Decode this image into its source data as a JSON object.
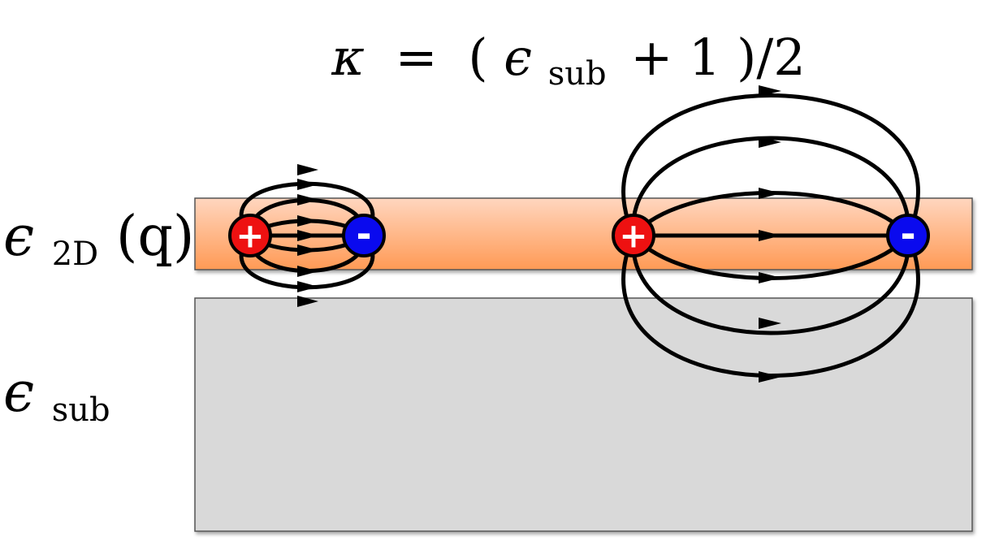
{
  "equation": {
    "kappa": "κ",
    "equals": "=",
    "open": "(",
    "epsilon": "ϵ",
    "sub": "sub",
    "plus_one": "+ 1",
    "close_over_two": ")/2"
  },
  "layer_2d_label": {
    "epsilon": "ϵ",
    "sub": "2D",
    "arg": "(q)"
  },
  "substrate_label": {
    "epsilon": "ϵ",
    "sub": "sub"
  },
  "charges": {
    "positive_sign": "+",
    "negative_sign": "-",
    "positive_color": "#ee1111",
    "negative_color": "#0a0aee"
  },
  "colors": {
    "layer_top": "#ffd6bf",
    "layer_bottom": "#ff9a55",
    "substrate": "#d9d9d9",
    "field_line": "#000000"
  }
}
